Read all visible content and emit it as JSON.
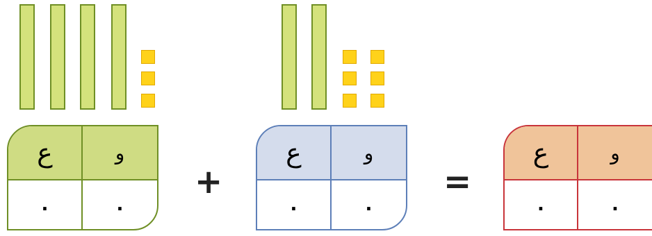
{
  "diagram": {
    "addend1": {
      "tens_rods": 4,
      "unit_cubes": 3,
      "header_tens": "ع",
      "header_units": "و",
      "value_tens": ".",
      "value_units": "."
    },
    "operator_plus": "+",
    "addend2": {
      "tens_rods": 2,
      "unit_cubes": 6,
      "header_tens": "ع",
      "header_units": "و",
      "value_tens": ".",
      "value_units": "."
    },
    "operator_equals": "=",
    "sum": {
      "header_tens": "ع",
      "header_units": "و",
      "value_tens": ".",
      "value_units": "."
    }
  }
}
